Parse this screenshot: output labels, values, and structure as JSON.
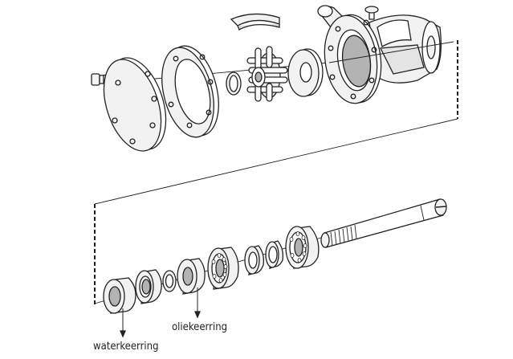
{
  "labels": {
    "oil_seal": "oliekeerring",
    "water_seal": "waterkeerring"
  },
  "colors": {
    "stroke": "#222222",
    "fill_light": "#f2f2f2",
    "fill_shadow": "#b3b3b3",
    "background": "#ffffff"
  },
  "parts": [
    "bolt",
    "end-cover",
    "gasket",
    "o-ring",
    "impeller",
    "wear-plate",
    "pump-housing",
    "cam-insert",
    "water-seal",
    "seal-holder",
    "snap-ring",
    "oil-seal",
    "bearing",
    "spacer-ring",
    "spacer-ring",
    "bearing",
    "shaft"
  ]
}
